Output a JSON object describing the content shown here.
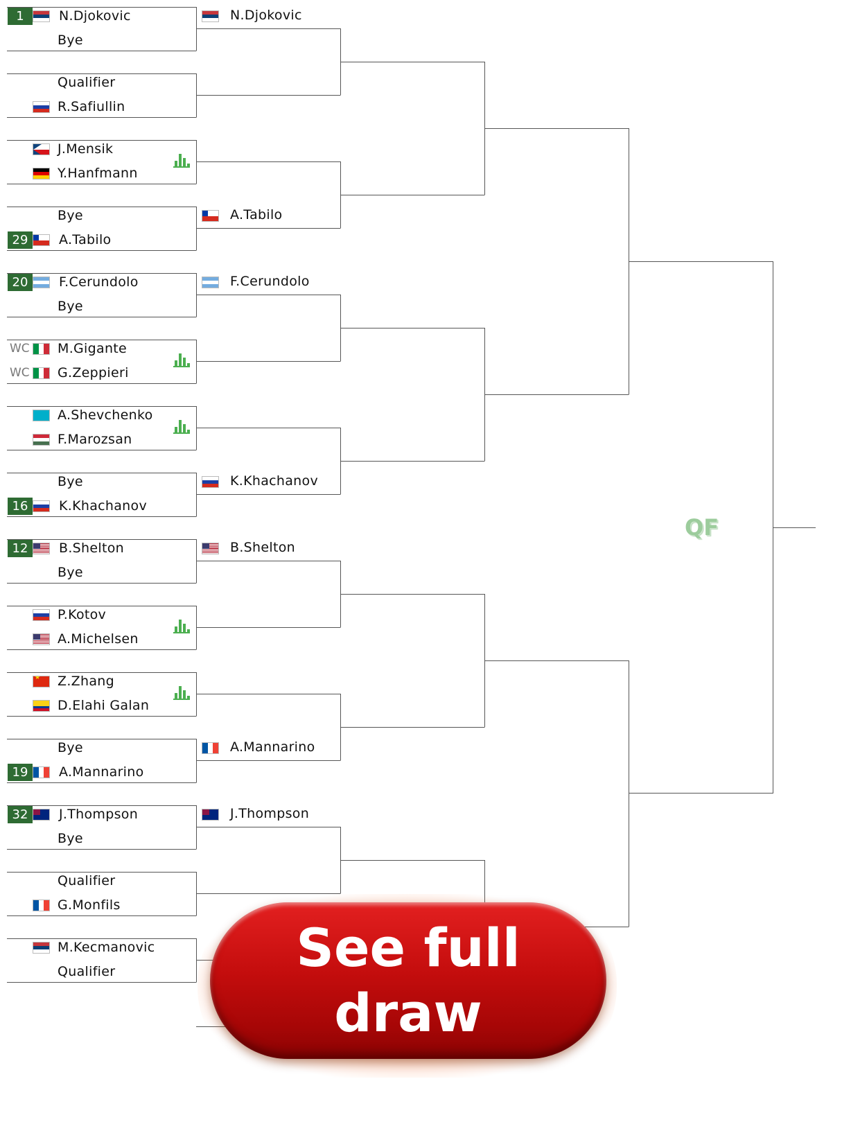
{
  "players": [
    {
      "seed": "1",
      "flag": "rs",
      "name": "N.Djokovic"
    },
    {
      "flag": "",
      "name": "Bye"
    },
    {
      "flag": "",
      "name": "Qualifier"
    },
    {
      "flag": "ru",
      "name": "R.Safiullin"
    },
    {
      "flag": "cz",
      "name": "J.Mensik"
    },
    {
      "flag": "de",
      "name": "Y.Hanfmann"
    },
    {
      "flag": "",
      "name": "Bye"
    },
    {
      "seed": "29",
      "flag": "cl",
      "name": "A.Tabilo"
    },
    {
      "seed": "20",
      "flag": "ar",
      "name": "F.Cerundolo"
    },
    {
      "flag": "",
      "name": "Bye"
    },
    {
      "wc": "WC",
      "flag": "it",
      "name": "M.Gigante"
    },
    {
      "wc": "WC",
      "flag": "it",
      "name": "G.Zeppieri"
    },
    {
      "flag": "kz",
      "name": "A.Shevchenko"
    },
    {
      "flag": "hu",
      "name": "F.Marozsan"
    },
    {
      "flag": "",
      "name": "Bye"
    },
    {
      "seed": "16",
      "flag": "ru",
      "name": "K.Khachanov"
    },
    {
      "seed": "12",
      "flag": "us",
      "name": "B.Shelton"
    },
    {
      "flag": "",
      "name": "Bye"
    },
    {
      "flag": "ru",
      "name": "P.Kotov"
    },
    {
      "flag": "us",
      "name": "A.Michelsen"
    },
    {
      "flag": "cn",
      "name": "Z.Zhang"
    },
    {
      "flag": "co",
      "name": "D.Elahi Galan"
    },
    {
      "flag": "",
      "name": "Bye"
    },
    {
      "seed": "19",
      "flag": "fr",
      "name": "A.Mannarino"
    },
    {
      "seed": "32",
      "flag": "au",
      "name": "J.Thompson"
    },
    {
      "flag": "",
      "name": "Bye"
    },
    {
      "flag": "",
      "name": "Qualifier"
    },
    {
      "flag": "fr",
      "name": "G.Monfils"
    },
    {
      "flag": "rs",
      "name": "M.Kecmanovic"
    },
    {
      "flag": "",
      "name": "Qualifier"
    }
  ],
  "match_stats_icon": "bar-chart-icon",
  "round2": [
    {
      "flag": "rs",
      "name": "N.Djokovic"
    },
    {
      "flag": "",
      "name": ""
    },
    {
      "flag": "",
      "name": ""
    },
    {
      "flag": "cl",
      "name": "A.Tabilo"
    },
    {
      "flag": "ar",
      "name": "F.Cerundolo"
    },
    {
      "flag": "",
      "name": ""
    },
    {
      "flag": "",
      "name": ""
    },
    {
      "flag": "ru",
      "name": "K.Khachanov"
    },
    {
      "flag": "us",
      "name": "B.Shelton"
    },
    {
      "flag": "",
      "name": ""
    },
    {
      "flag": "",
      "name": ""
    },
    {
      "flag": "fr",
      "name": "A.Mannarino"
    },
    {
      "flag": "au",
      "name": "J.Thompson"
    },
    {
      "flag": "",
      "name": ""
    },
    {
      "flag": "",
      "name": ""
    }
  ],
  "round_label": "QF",
  "cta": {
    "line1": "See full",
    "line2": "draw"
  },
  "colors": {
    "seed_bg": "#2e6b33",
    "line": "#555555",
    "cta": "#c40d0d",
    "stats": "#4caf50"
  }
}
